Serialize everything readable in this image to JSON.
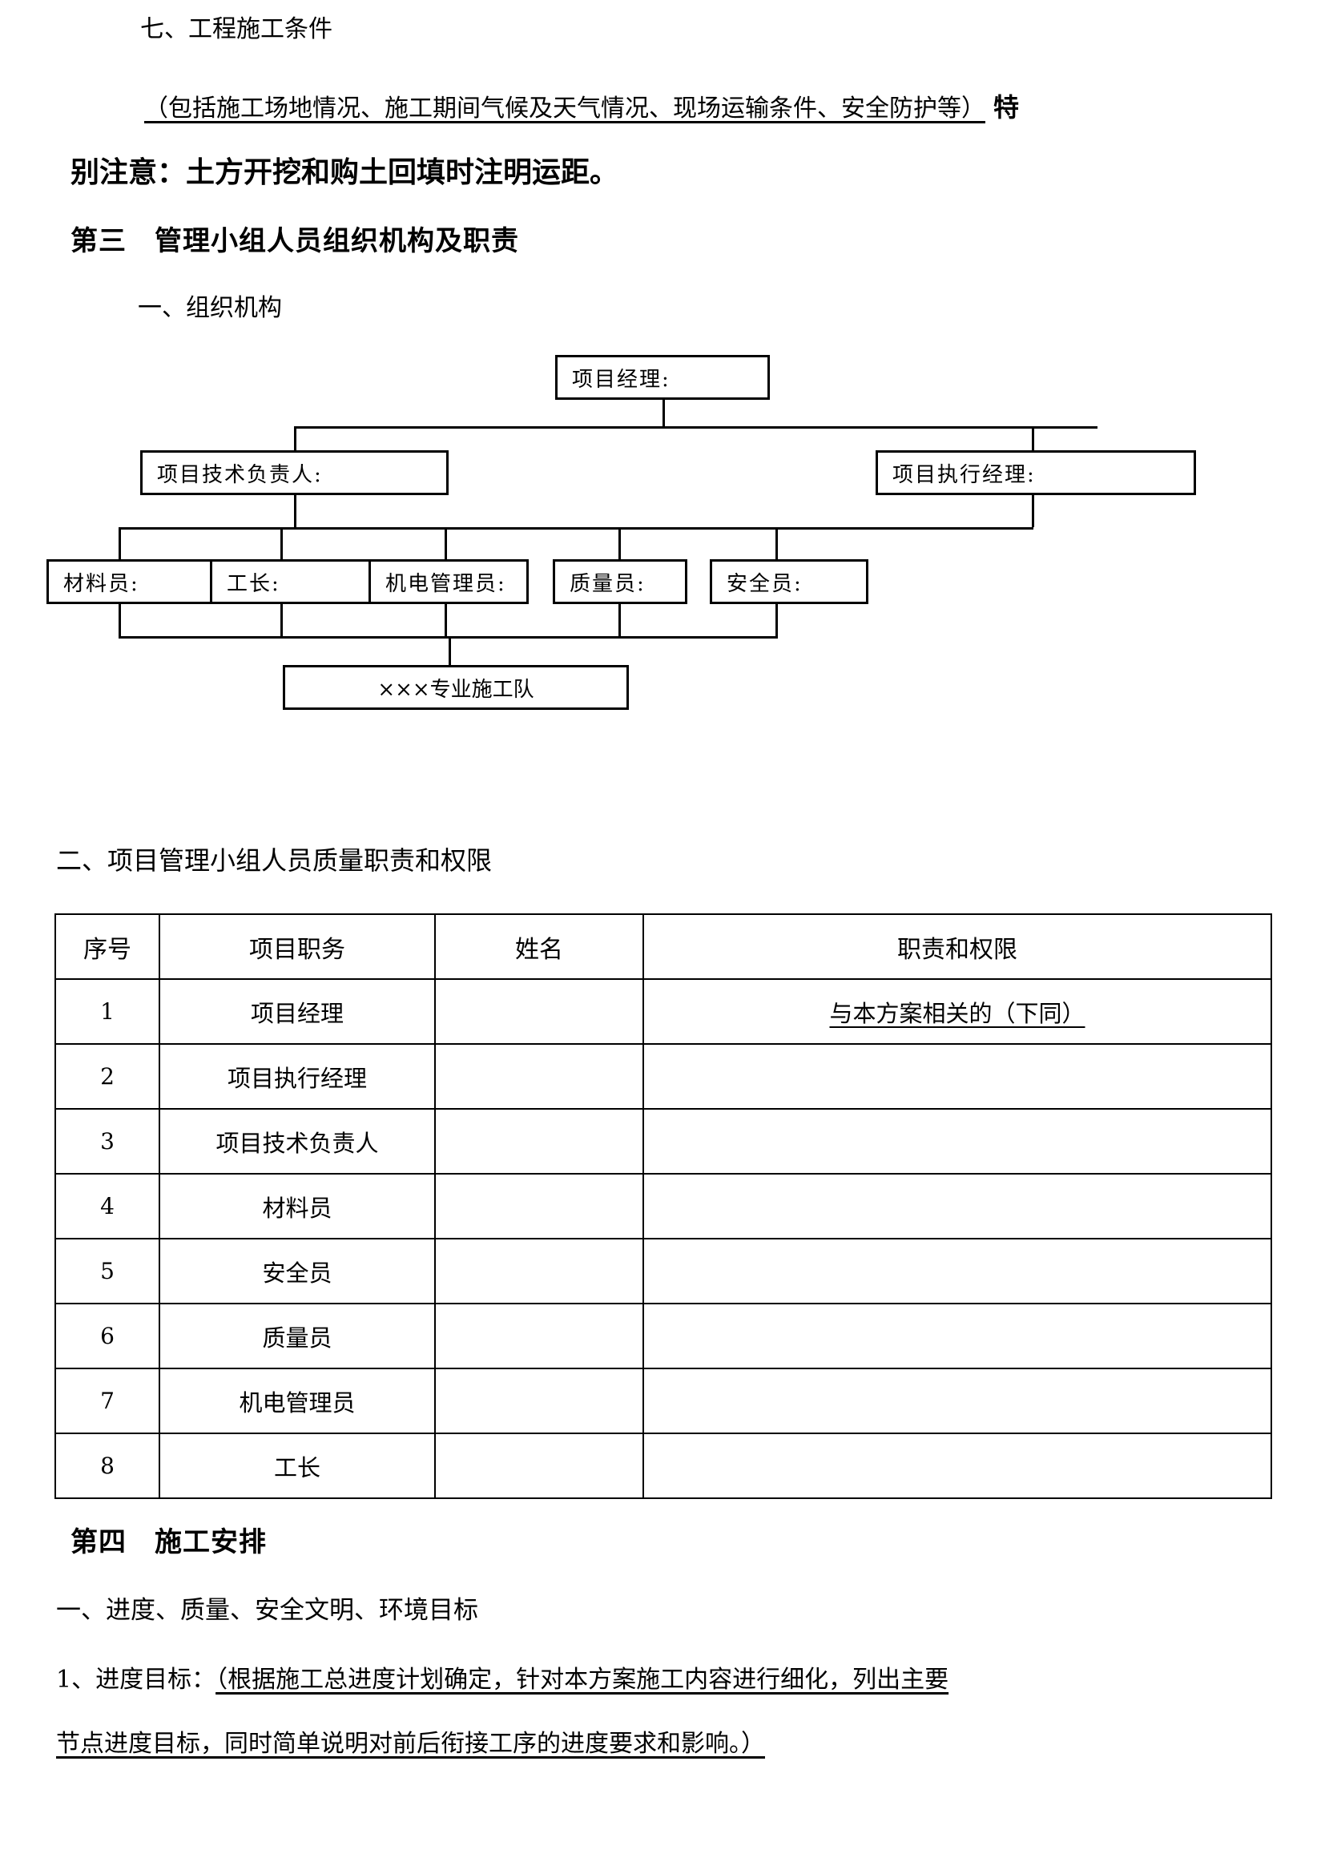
{
  "document": {
    "sections": {
      "heading_seven": "七、工程施工条件",
      "note_line_underlined": "（包括施工场地情况、施工期间气候及天气情况、现场运输条件、安全防护等）",
      "note_line_bold_tail": "特",
      "note_line2_bold": "别注意：土方开挖和购土回填时注明运距。",
      "chapter_three": "第三　管理小组人员组织机构及职责",
      "sub_one": "一、组织机构",
      "sub_two": "二、项目管理小组人员质量职责和权限",
      "chapter_four": "第四　施工安排",
      "sub_goal": "一、进度、质量、安全文明、环境目标",
      "progress_label": "1、进度目标：",
      "progress_underlined_line1": "（根据施工总进度计划确定，针对本方案施工内容进行细化，列出主要",
      "progress_underlined_line2": "节点进度目标，同时简单说明对前后衔接工序的进度要求和影响。）"
    }
  },
  "org_chart": {
    "nodes": {
      "project_manager": "项目经理:",
      "technical_lead": "项目技术负责人:",
      "executive_manager": "项目执行经理:",
      "material_clerk": "材料员:",
      "foreman": "工长:",
      "mechanical_electrical": "机电管理员:",
      "quality_inspector": "质量员:",
      "safety_officer": "安全员:",
      "construction_team": "×××专业施工队"
    }
  },
  "duty_table": {
    "columns": [
      "序号",
      "项目职务",
      "姓名",
      "职责和权限"
    ],
    "rows": [
      {
        "no": "1",
        "post": "项目经理",
        "name": "",
        "duty": "与本方案相关的（下同）",
        "duty_underlined": true
      },
      {
        "no": "2",
        "post": "项目执行经理",
        "name": "",
        "duty": "",
        "duty_underlined": false
      },
      {
        "no": "3",
        "post": "项目技术负责人",
        "name": "",
        "duty": "",
        "duty_underlined": false
      },
      {
        "no": "4",
        "post": "材料员",
        "name": "",
        "duty": "",
        "duty_underlined": false
      },
      {
        "no": "5",
        "post": "安全员",
        "name": "",
        "duty": "",
        "duty_underlined": false
      },
      {
        "no": "6",
        "post": "质量员",
        "name": "",
        "duty": "",
        "duty_underlined": false
      },
      {
        "no": "7",
        "post": "机电管理员",
        "name": "",
        "duty": "",
        "duty_underlined": false
      },
      {
        "no": "8",
        "post": "工长",
        "name": "",
        "duty": "",
        "duty_underlined": false
      }
    ]
  }
}
